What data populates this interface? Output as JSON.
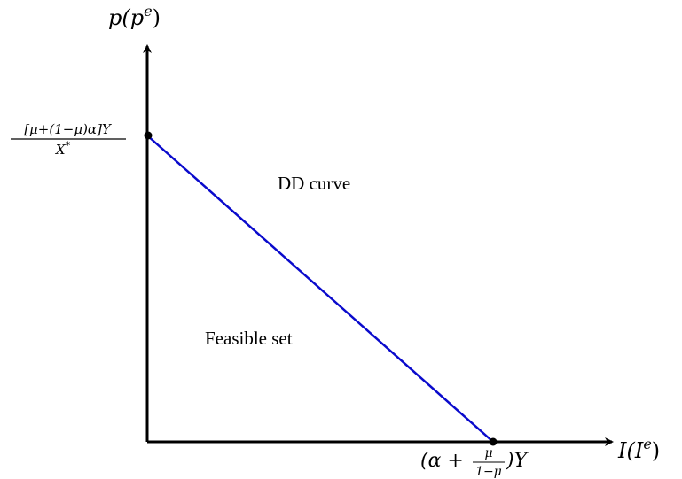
{
  "diagram": {
    "y_axis_label": {
      "main": "p(p",
      "sup": "e",
      "close": ")"
    },
    "x_axis_label": {
      "main": "I(I",
      "sup": "e",
      "close": ")"
    },
    "y_intercept_label": {
      "numerator": "[μ+(1−μ)α]Y",
      "denominator_main": "X",
      "denominator_sup": "*"
    },
    "x_intercept_label": {
      "prefix": "(α + ",
      "frac_num": "μ",
      "frac_den": "1−μ",
      "suffix": ")Y"
    },
    "curve_label": "DD curve",
    "region_label": "Feasible set",
    "colors": {
      "axis": "#000000",
      "line": "#0a0acc",
      "point": "#000000"
    }
  }
}
